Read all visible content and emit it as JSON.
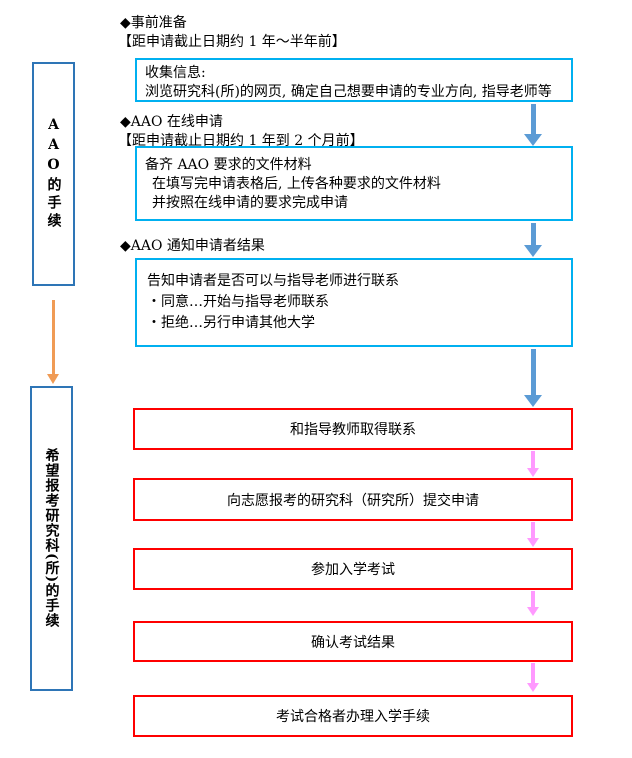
{
  "colors": {
    "cyan_border": "#00B0F0",
    "blue_arrow": "#5B9BD5",
    "red_border": "#FF0000",
    "pink_arrow": "#FF99FF",
    "orange_arrow": "#F09B55",
    "left_box_border": "#2E75B6",
    "text": "#000000"
  },
  "sidebar": {
    "aao_stage_label": "AAO的手续",
    "school_stage_label": "希望报考研究科(所)的手续"
  },
  "sections": {
    "prepare": {
      "heading": "◆事前准备",
      "timing": "【距申请截止日期约 1 年～半年前】",
      "box_lines": [
        "收集信息:",
        "浏览研究科(所)的网页, 确定自己想要申请的专业方向, 指导老师等"
      ]
    },
    "online_application": {
      "heading": "◆AAO 在线申请",
      "timing": "【距申请截止日期约 1 年到 2 个月前】",
      "box_lines": [
        "备齐 AAO 要求的文件材料",
        "在填写完申请表格后, 上传各种要求的文件材料",
        "并按照在线申请的要求完成申请"
      ]
    },
    "notify_result": {
      "heading": "◆AAO 通知申请者结果",
      "box_lines": [
        "告知申请者是否可以与指导老师进行联系",
        "・同意…开始与指导老师联系",
        "・拒绝…另行申请其他大学"
      ]
    }
  },
  "steps": [
    {
      "label": "和指导教师取得联系"
    },
    {
      "label": "向志愿报考的研究科（研究所）提交申请"
    },
    {
      "label": "参加入学考试"
    },
    {
      "label": "确认考试结果"
    },
    {
      "label": "考试合格者办理入学手续"
    }
  ]
}
